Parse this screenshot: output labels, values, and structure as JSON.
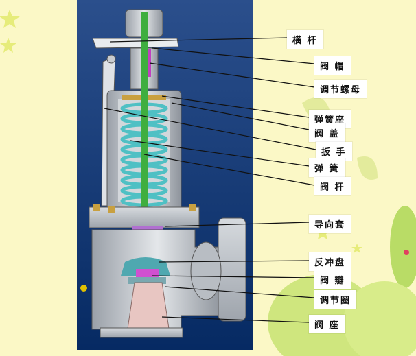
{
  "diagram": {
    "labels": [
      {
        "id": "lever",
        "text": "横 杆"
      },
      {
        "id": "valve-cap",
        "text": "阀 帽"
      },
      {
        "id": "adjusting-nut",
        "text": "调节螺母"
      },
      {
        "id": "spring-seat",
        "text": "弹簧座"
      },
      {
        "id": "bonnet",
        "text": "阀 盖"
      },
      {
        "id": "wrench",
        "text": "扳 手"
      },
      {
        "id": "spring",
        "text": "弹 簧"
      },
      {
        "id": "stem",
        "text": "阀 杆"
      },
      {
        "id": "guide-sleeve",
        "text": "导向套"
      },
      {
        "id": "recoil-plate",
        "text": "反冲盘"
      },
      {
        "id": "disc",
        "text": "阀 瓣"
      },
      {
        "id": "adjusting-ring",
        "text": "调节圈"
      },
      {
        "id": "seat",
        "text": "阀 座"
      }
    ]
  },
  "colors": {
    "background": "#fbf8c6",
    "panel": "#0a3a7a",
    "body_metal": "#c8ccd2",
    "spring": "#5fc8c8",
    "stem": "#3fae3f",
    "disc": "#e070e0",
    "seat": "#e6c4c0",
    "leader_line": "#111111"
  },
  "icons": [
    "star-icon",
    "cactus-decoration"
  ]
}
